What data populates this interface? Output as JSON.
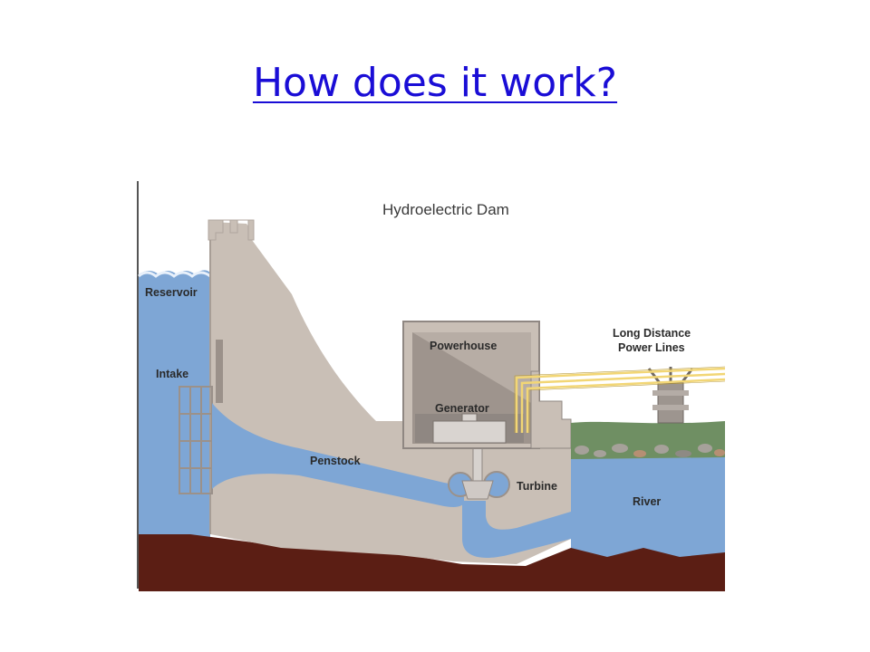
{
  "slide": {
    "title": "How does it work?"
  },
  "diagram": {
    "title": "Hydroelectric Dam",
    "labels": {
      "reservoir": "Reservoir",
      "intake": "Intake",
      "powerhouse": "Powerhouse",
      "generator": "Generator",
      "penstock": "Penstock",
      "turbine": "Turbine",
      "river": "River",
      "power_lines_1": "Long Distance",
      "power_lines_2": "Power Lines"
    },
    "colors": {
      "water": "#7ea6d5",
      "concrete": "#c9bfb6",
      "ground": "#5b1e14",
      "link": "#1a0dd6",
      "power_line": "#f2d675",
      "bank_green": "#6f8f63"
    }
  }
}
